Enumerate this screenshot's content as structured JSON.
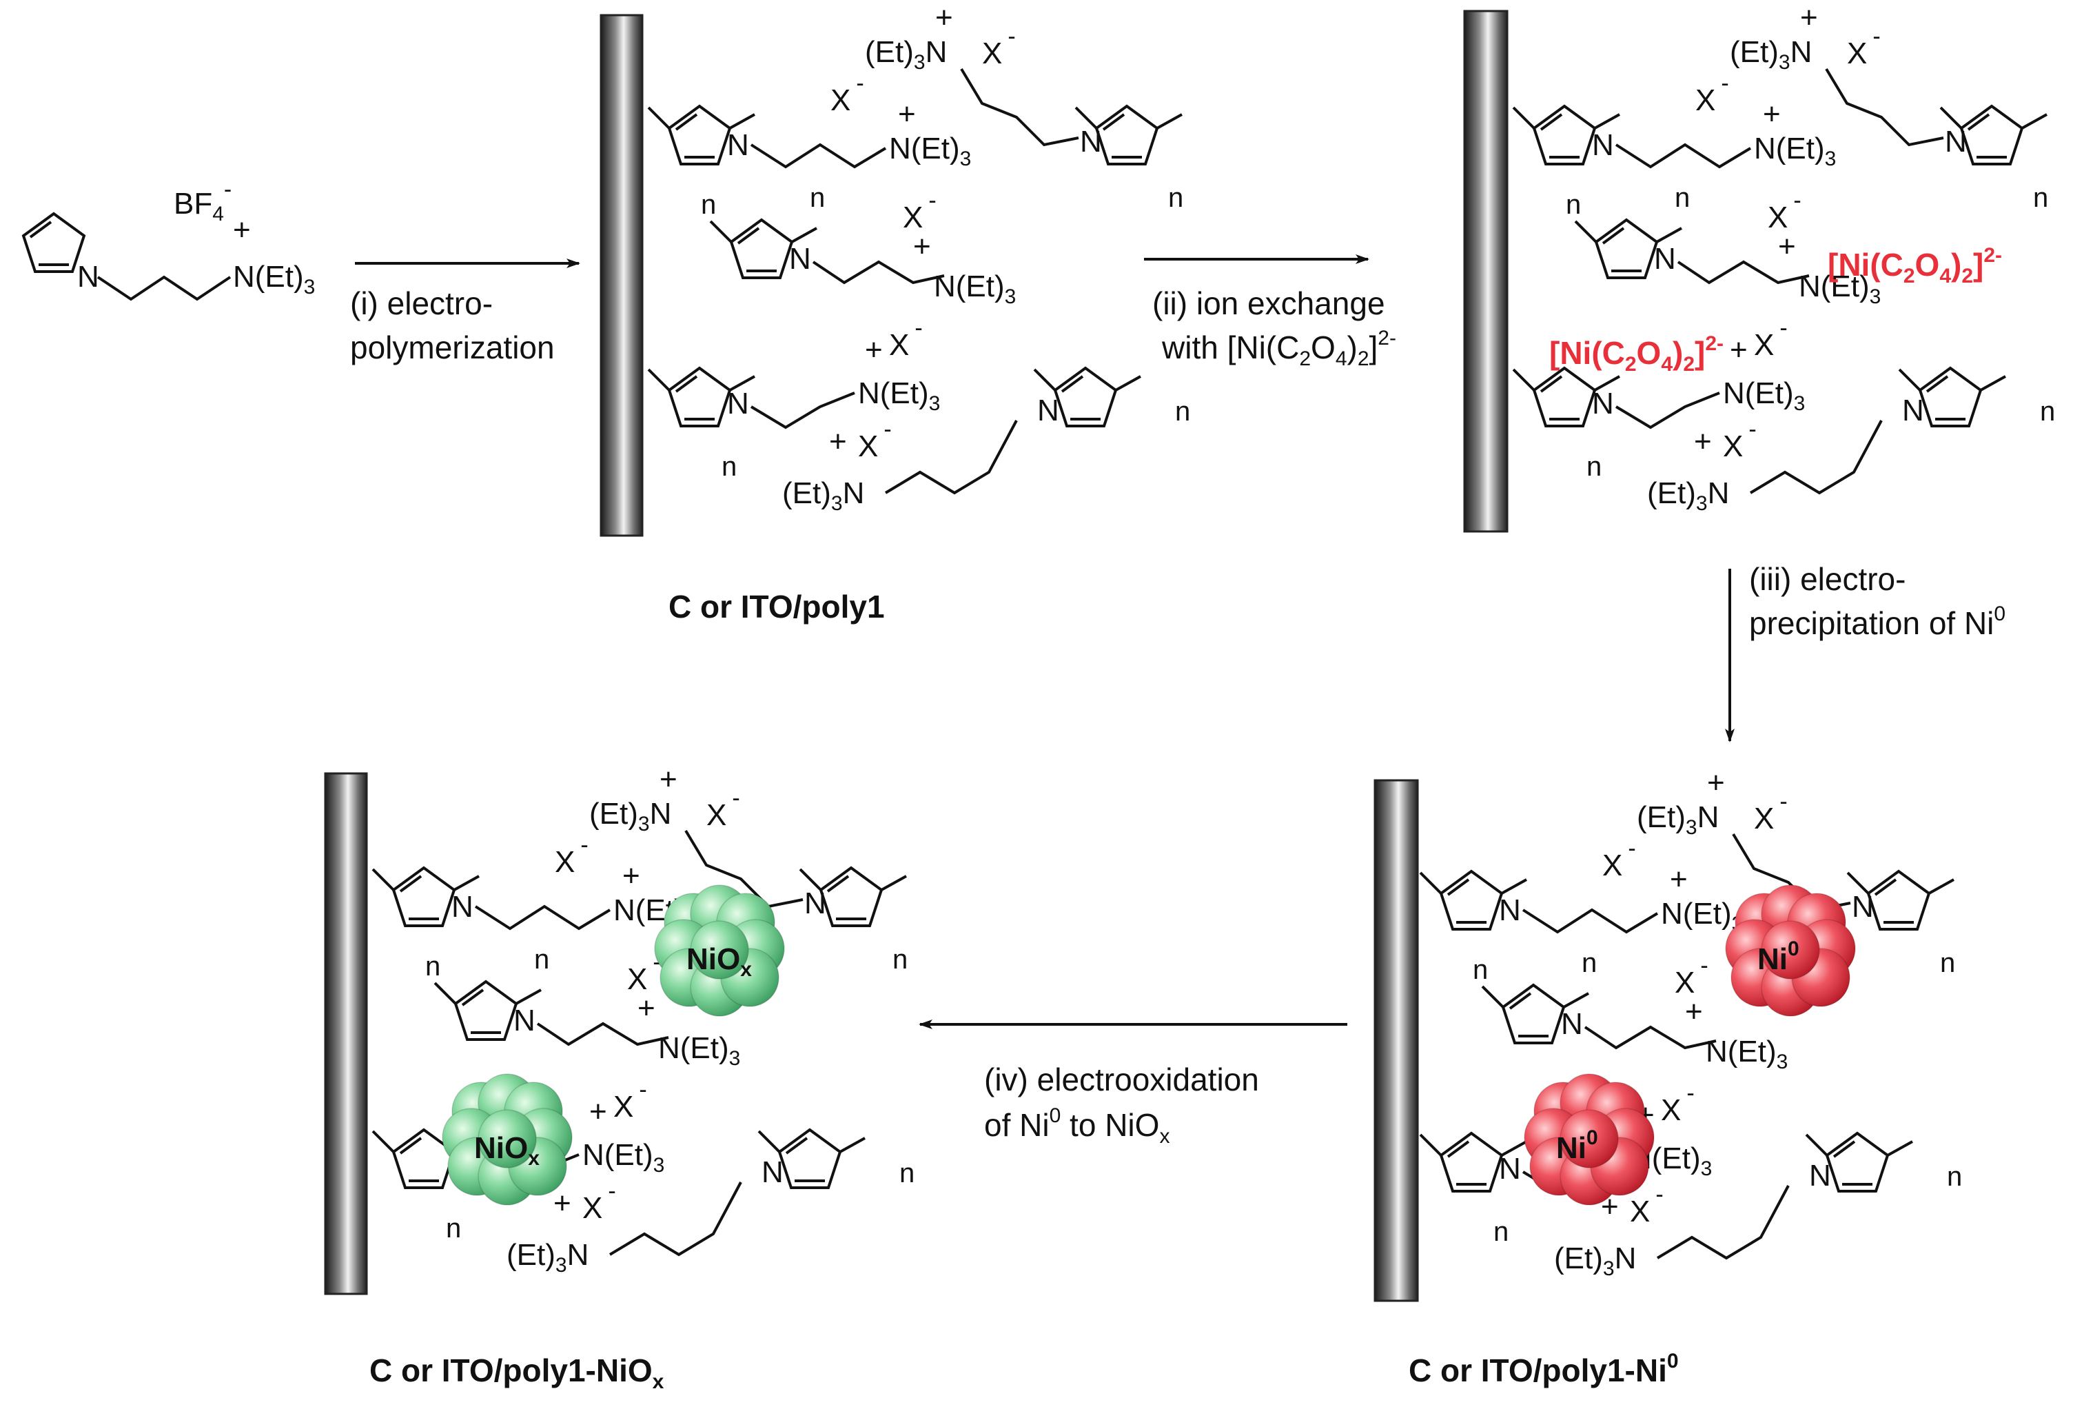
{
  "steps": {
    "s1_line1": "(i) electro-",
    "s1_line2": "polymerization",
    "s2_line1": "(ii) ion exchange",
    "s2_line2": "with [Ni(C",
    "s3_line1": "(iii) electro-",
    "s3_line2": "precipitation of Ni",
    "s4_line1": "(iv) electrooxidation",
    "s4_line2": "of Ni",
    "s4_line2b": " to NiO"
  },
  "captions": {
    "poly1": "C or ITO/poly1",
    "poly1_niox": "C or ITO/poly1-NiO",
    "poly1_ni0": "C or ITO/poly1-Ni"
  },
  "chem": {
    "monomer_anion": "BF",
    "monomer_anion_sub": "4",
    "ammonium": "N(Et)",
    "ammonium_left": "(Et)",
    "ammonium_left_n": "N",
    "sub3": "3",
    "plus": "+",
    "minus": "-",
    "counter": "X",
    "n": "n",
    "N": "N",
    "nickel_complex": "[Ni(C",
    "sub2": "2",
    "O": "O",
    "sub4": "4",
    "close": ")",
    "close_bracket": "]",
    "charge_2minus": "2-",
    "ni0": "Ni",
    "sup0": "0",
    "niox": "NiO",
    "subx": "x"
  },
  "colors": {
    "red_accent": "#e8303a",
    "ni0_cluster": "#e23b45",
    "niox_cluster": "#6cc98a",
    "electrode": "#555555"
  }
}
